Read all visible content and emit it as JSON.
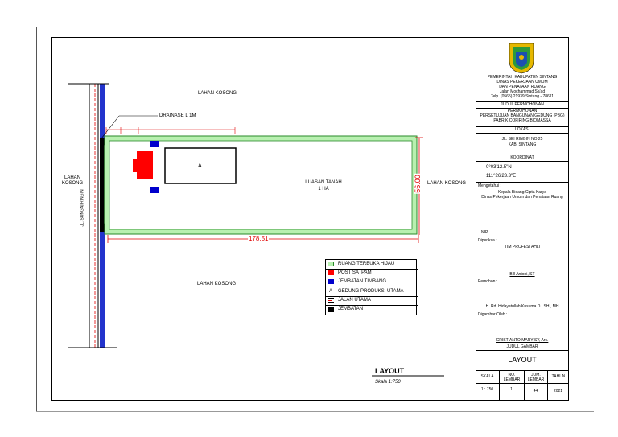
{
  "labels": {
    "lahan_kosong_top": "LAHAN KOSONG",
    "lahan_kosong_bottom": "LAHAN KOSONG",
    "lahan_kosong_right": "LAHAN KOSONG",
    "lahan_kosong_left_1": "LAHAN",
    "lahan_kosong_left_2": "KOSONG",
    "drainase": "DRAINASE L 1M",
    "road_name": "JL. SUNGAI RINGIN",
    "building_code": "A",
    "luasan_1": "LUASAN TANAH",
    "luasan_2": "1 HA",
    "dim_length": "178.51",
    "dim_width": "56.00",
    "drawing_title": "LAYOUT",
    "drawing_scale": "Skala 1:750"
  },
  "legend": [
    {
      "symbol": "",
      "label": "RUANG TERBUKA HIJAU",
      "color": "#b8f0b0"
    },
    {
      "symbol": "",
      "label": "POST SATPAM",
      "color": "#ff0000"
    },
    {
      "symbol": "",
      "label": "JEMBATAN TIMBANG",
      "color": "#0000cc"
    },
    {
      "symbol": "A",
      "label": "GEDUNG PRODUKSI UTAMA",
      "color": ""
    },
    {
      "symbol": "",
      "label": "JALAN UTAMA",
      "color": ""
    },
    {
      "symbol": "",
      "label": "JEMBATAN",
      "color": "#000000"
    }
  ],
  "title_block": {
    "header": [
      "PEMERINTAH KABUPATEN SINTANG",
      "DINAS PEKERJAAN UMUM",
      "DAN PENATAAN RUANG",
      "Jalan Mochammad Sa'ad",
      "Telp. (0565) 21939 Sintang - 78611"
    ],
    "judul_permohonan_label": "JUDUL PERMOHONAN",
    "judul_permohonan": [
      "PERMOHONAN",
      "PERSETUJUAN BANGUNAN GEDUNG (PBG)",
      "PABRIK COFIRING BIOMASSA"
    ],
    "lokasi_label": "LOKASI",
    "lokasi": [
      "JL. SEI RINGIN NO 25",
      "KAB. SINTANG"
    ],
    "koordinat_label": "KOORDINAT",
    "koordinat": [
      "0°03'12.5\"N",
      "111°26'23.3\"E"
    ],
    "mengetahui_label": "Mengetahui :",
    "mengetahui": [
      "Kepala Bidang Cipta Karya",
      "Dinas Pekerjaan Umum dan Penataan Ruang"
    ],
    "nip": "NIP. ..........................................",
    "diperiksa_label": "Diperiksa :",
    "diperiksa": "TIM PROFESI AHLI",
    "diperiksa_name": "Bill Antoni, ST",
    "pemohon_label": "Pemohon :",
    "pemohon_name": "H. Rd. Hidayatullah Kusuma D., SH., MH",
    "digambar_label": "Digambar Oleh :",
    "digambar_name": "CRISTIANTO MARYISY, Ars.",
    "judul_gambar_label": "JUDUL GAMBAR",
    "judul_gambar": "LAYOUT",
    "col_headers": [
      "SKALA",
      "NO. LEMBAR",
      "JUM. LEMBAR",
      "TAHUN"
    ],
    "col_values": [
      "1 : 750",
      "1",
      "44",
      "2021"
    ],
    "colors": {
      "logo_blue": "#1c4fb0",
      "logo_green": "#2e9a3a",
      "logo_gold": "#e6b800"
    }
  },
  "colors": {
    "site_border": "#2a8a2a",
    "green_fill": "#b8f0b0",
    "road_blue": "#2233cc",
    "dim_red": "#e00000"
  }
}
